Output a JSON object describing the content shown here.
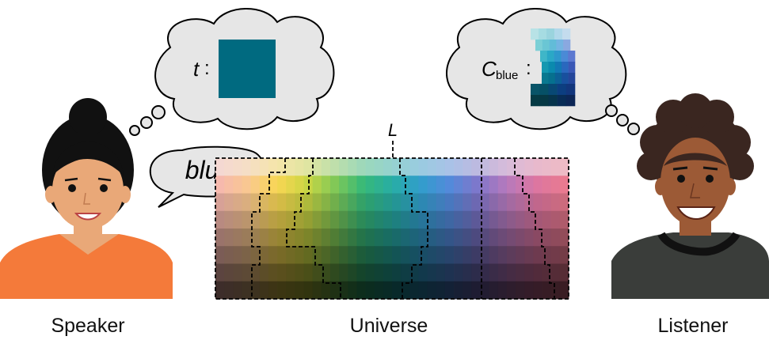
{
  "labels": {
    "speaker": "Speaker",
    "universe": "Universe",
    "listener": "Listener"
  },
  "speech_bubble": {
    "word": "blue"
  },
  "speaker_thought": {
    "symbol": "t",
    "separator": ":",
    "target_color": "#006a80"
  },
  "listener_thought": {
    "symbol": "C",
    "subscript": "blue",
    "separator": ":"
  },
  "lexicon_label": "L",
  "colors": {
    "speaker_skin": "#e9a878",
    "speaker_hair": "#111111",
    "speaker_shirt": "#f47a3a",
    "listener_skin": "#9c5a36",
    "listener_hair": "#3a2620",
    "listener_shirt": "#3a3d3a",
    "cloud_fill": "#e6e6e6"
  },
  "universe": {
    "rows": 8,
    "cols": 40,
    "hue_stops": [
      "#f3b4a8",
      "#f6c48a",
      "#f4d24c",
      "#c9d23c",
      "#7cc450",
      "#2fb472",
      "#20a8a0",
      "#2a98c8",
      "#4c84d6",
      "#7a70c6",
      "#b274b8",
      "#d8709c",
      "#e6748a"
    ]
  }
}
